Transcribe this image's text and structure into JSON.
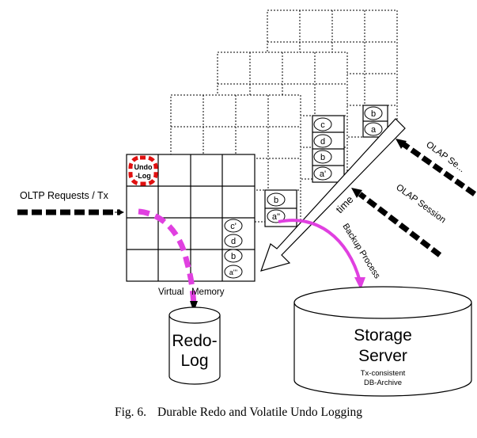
{
  "oltp_label": "OLTP Requests / Tx",
  "undo_log_label_1": "Undo",
  "undo_log_label_2": "-Log",
  "virtual_memory_label": "Virtual   Memory",
  "time_label": "time",
  "olap_session_1": "OLAP Se...",
  "olap_session_2": "OLAP Session",
  "backup_label": "Backup Process",
  "redo_log_line1": "Redo-",
  "redo_log_line2": "Log",
  "storage_line1": "Storage",
  "storage_line2": "Server",
  "storage_sub1": "Tx-consistent",
  "storage_sub2": "DB-Archive",
  "caption_number": "Fig. 6.",
  "caption_text": "Durable Redo and Volatile Undo Logging",
  "front_items": [
    "c'",
    "d",
    "b",
    "a'''"
  ],
  "mid_items": [
    "c",
    "d",
    "b",
    "a'"
  ],
  "back_items": [
    "b",
    "a"
  ],
  "mid2_items": [
    "b",
    "a''"
  ],
  "colors": {
    "magenta": "#e040e0",
    "red": "#e01010",
    "black": "#000000"
  }
}
